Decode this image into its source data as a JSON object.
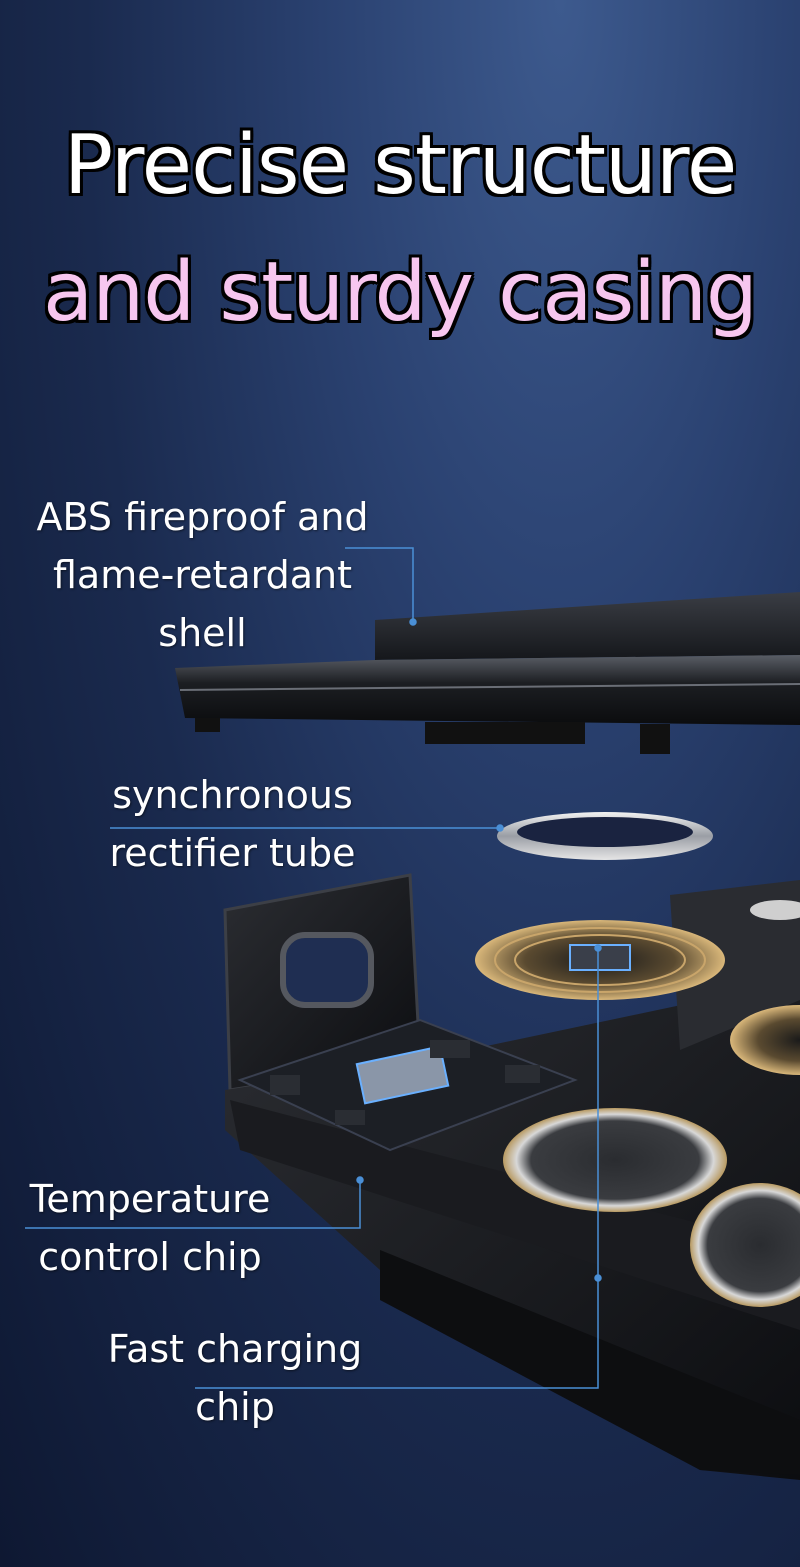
{
  "headline": {
    "line1": "Precise structure",
    "line2": "and sturdy casing"
  },
  "callouts": {
    "shell": [
      "ABS fireproof and",
      "flame-retardant",
      "shell"
    ],
    "rectifier": [
      "synchronous",
      "rectifier tube"
    ],
    "temperature": [
      "Temperature",
      "control chip"
    ],
    "fast_charging": [
      "Fast charging",
      "chip"
    ]
  },
  "colors": {
    "title_line1": "#ffffff",
    "title_line2": "#f7c6ef",
    "leader_line": "#4a8fd6"
  }
}
